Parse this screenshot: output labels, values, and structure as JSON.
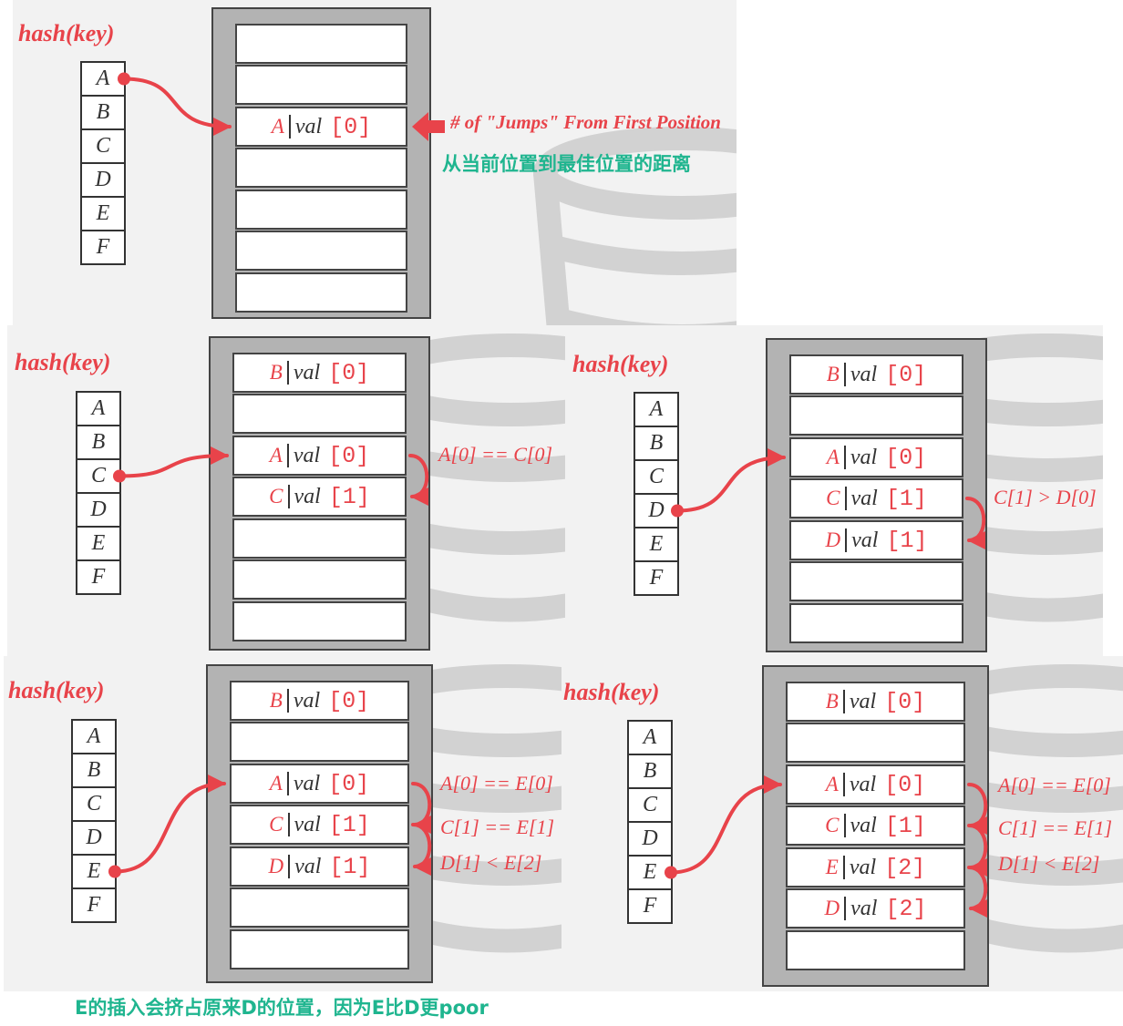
{
  "hash_label": "hash(key)",
  "keys": [
    "A",
    "B",
    "C",
    "D",
    "E",
    "F"
  ],
  "val_text": "val",
  "panels": [
    {
      "slots": [
        null,
        null,
        {
          "key": "A",
          "dist": "[0]"
        },
        null,
        null,
        null,
        null
      ],
      "notes": [
        "# of \"Jumps\" From First Position"
      ],
      "chinese": "从当前位置到最佳位置的距离"
    },
    {
      "slots": [
        {
          "key": "B",
          "dist": "[0]"
        },
        null,
        {
          "key": "A",
          "dist": "[0]"
        },
        {
          "key": "C",
          "dist": "[1]"
        },
        null,
        null,
        null
      ],
      "notes": [
        "A[0] == C[0]"
      ]
    },
    {
      "slots": [
        {
          "key": "B",
          "dist": "[0]"
        },
        null,
        {
          "key": "A",
          "dist": "[0]"
        },
        {
          "key": "C",
          "dist": "[1]"
        },
        {
          "key": "D",
          "dist": "[1]"
        },
        null,
        null
      ],
      "notes": [
        "C[1] > D[0]"
      ]
    },
    {
      "slots": [
        {
          "key": "B",
          "dist": "[0]"
        },
        null,
        {
          "key": "A",
          "dist": "[0]"
        },
        {
          "key": "C",
          "dist": "[1]"
        },
        {
          "key": "D",
          "dist": "[1]"
        },
        null,
        null
      ],
      "notes": [
        "A[0] == E[0]",
        "C[1] == E[1]",
        "D[1] < E[2]"
      ]
    },
    {
      "slots": [
        {
          "key": "B",
          "dist": "[0]"
        },
        null,
        {
          "key": "A",
          "dist": "[0]"
        },
        {
          "key": "C",
          "dist": "[1]"
        },
        {
          "key": "E",
          "dist": "[2]"
        },
        {
          "key": "D",
          "dist": "[2]"
        },
        null
      ],
      "notes": [
        "A[0] == E[0]",
        "C[1] == E[1]",
        "D[1] < E[2]"
      ]
    }
  ],
  "caption": "E的插入会挤占原来D的位置，因为E比D更poor",
  "colors": {
    "accent_red": "#e8434a",
    "annotation_green": "#1fb58f",
    "table_gray": "#b3b3b3",
    "panel_bg": "#f2f2f2"
  }
}
